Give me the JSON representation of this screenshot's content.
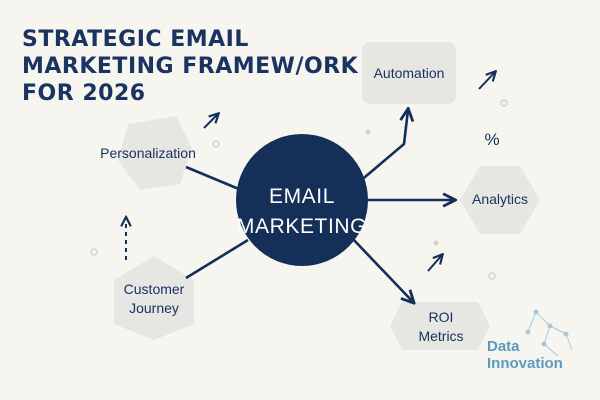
{
  "title_lines": [
    "STRATEGIC EMAIL",
    "MARKETING FRAMEW/ORK",
    "FOR 2026"
  ],
  "center": {
    "line1": "EMAIL",
    "line2": "MARKETING"
  },
  "nodes": {
    "automation": "Automation",
    "personalization": "Personalization",
    "analytics": "Analytics",
    "customer_journey": {
      "line1": "Customer",
      "line2": "Journey"
    },
    "roi_metrics": {
      "line1": "ROI",
      "line2": "Metrics"
    }
  },
  "percent_symbol": "%",
  "logo": {
    "line1": "Data",
    "line2": "Innovation"
  },
  "colors": {
    "navy": "#143058",
    "node_fill": "#e6e6e3",
    "background": "#f7f5f0",
    "logo": "#5a9bbf"
  }
}
